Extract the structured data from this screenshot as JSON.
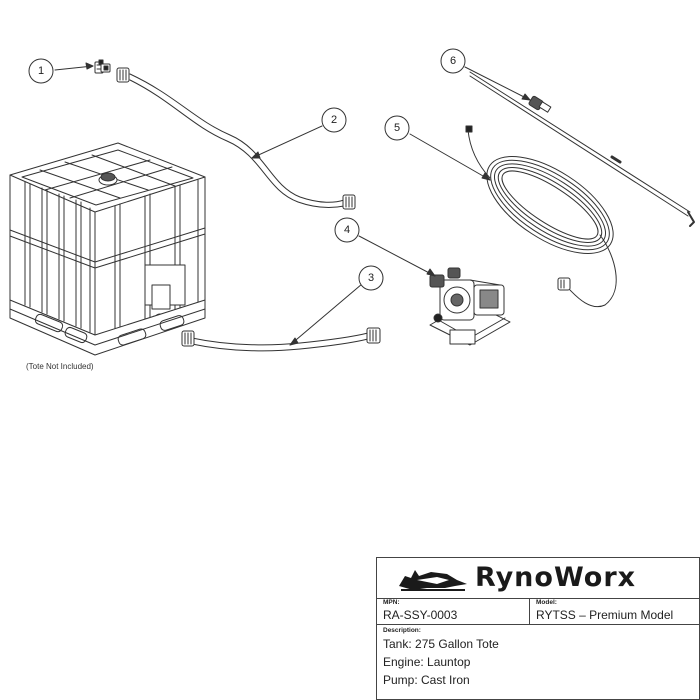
{
  "diagram": {
    "callouts": [
      "1",
      "2",
      "3",
      "4",
      "5",
      "6"
    ],
    "tote_note": "(Tote Not Included)"
  },
  "title_block": {
    "brand": "RynoWorx",
    "logo_icon": "rhino-icon",
    "mpn_label": "MPN:",
    "mpn_value": "RA-SSY-0003",
    "model_label": "Model:",
    "model_value": "RYTSS – Premium Model",
    "description_label": "Description:",
    "description_lines": [
      "Tank: 275 Gallon Tote",
      "Engine: Launtop",
      "Pump: Cast Iron"
    ]
  }
}
